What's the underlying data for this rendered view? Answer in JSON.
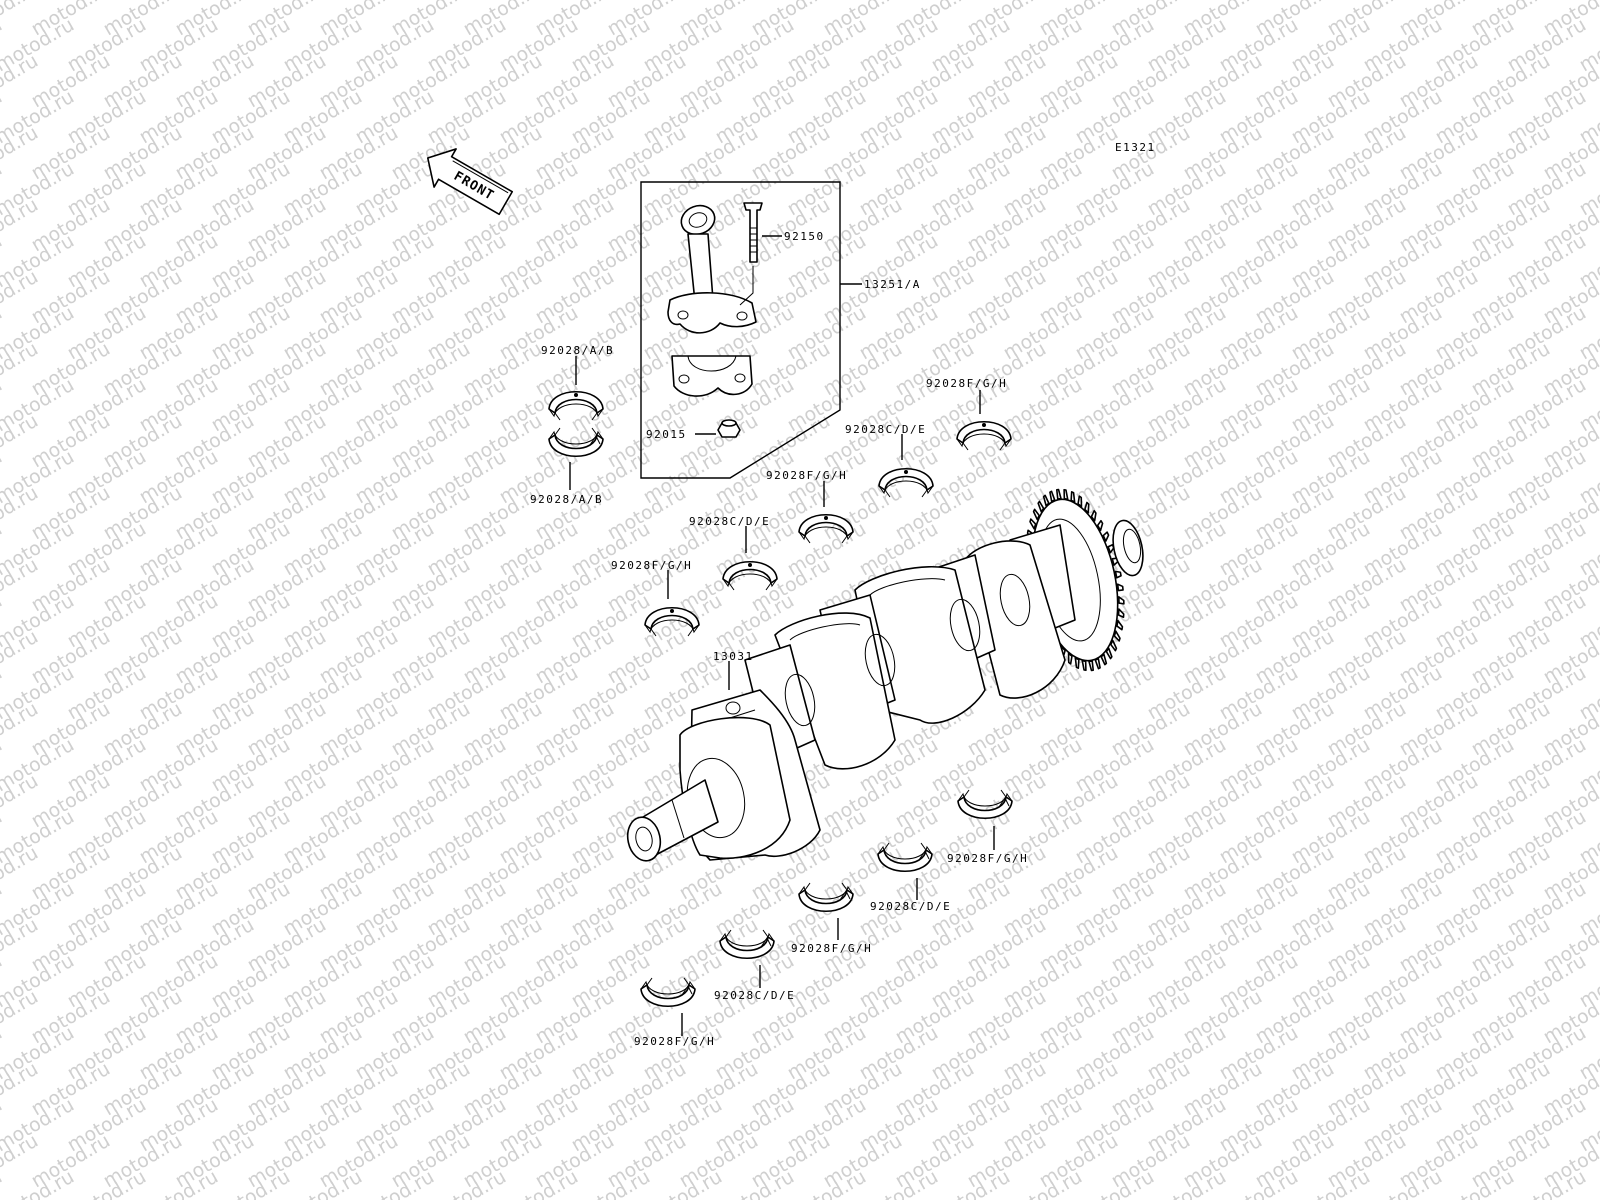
{
  "diagram_code": "E1321",
  "front_label": "FRONT",
  "watermark": "motod.ru",
  "labels": {
    "bolt": "92150",
    "conrod": "13251/A",
    "bearing_rod_upper": "92028/A/B",
    "bearing_rod_lower": "92028/A/B",
    "nut": "92015",
    "main_upper_1": "92028F/G/H",
    "main_upper_2": "92028C/D/E",
    "main_upper_3": "92028F/G/H",
    "main_upper_4": "92028C/D/E",
    "main_upper_5": "92028F/G/H",
    "crankshaft": "13031",
    "main_lower_1": "92028F/G/H",
    "main_lower_2": "92028C/D/E",
    "main_lower_3": "92028F/G/H",
    "main_lower_4": "92028C/D/E",
    "main_lower_5": "92028F/G/H"
  },
  "icons": {
    "front_arrow": "front-arrow-icon",
    "bolt": "bolt-icon",
    "nut": "nut-icon",
    "bearing": "bearing-shell-icon",
    "conrod": "connecting-rod-icon",
    "crankshaft": "crankshaft-icon"
  }
}
